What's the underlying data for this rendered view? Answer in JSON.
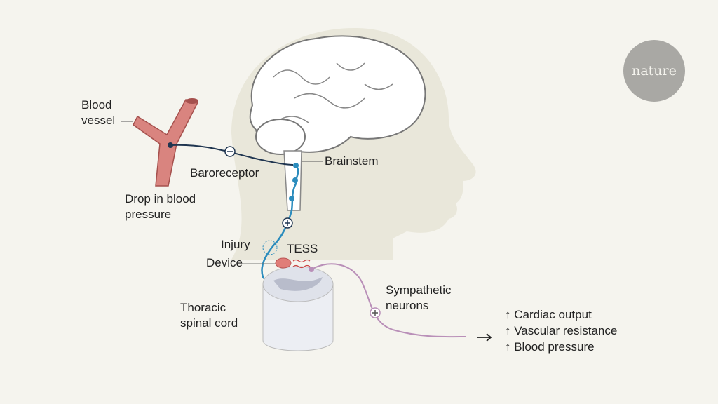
{
  "logo": {
    "text": "nature"
  },
  "labels": {
    "blood_vessel": [
      "Blood",
      "vessel"
    ],
    "baroreceptor": "Baroreceptor",
    "brainstem": "Brainstem",
    "drop": [
      "Drop in blood",
      "pressure"
    ],
    "injury": "Injury",
    "tess": "TESS",
    "device": "Device",
    "thoracic": [
      "Thoracic",
      "spinal cord"
    ],
    "sympathetic": [
      "Sympathetic",
      "neurons"
    ]
  },
  "outcomes": [
    "↑ Cardiac output",
    "↑ Vascular resistance",
    "↑ Blood pressure"
  ],
  "signs": {
    "minus": "−",
    "plus": "+"
  },
  "colors": {
    "background": "#f5f4ee",
    "vessel": "#d9847f",
    "afferent": "#1f3550",
    "spinal_path": "#2b8cbd",
    "sympathetic": "#b98fb8",
    "device": "#e07d78"
  }
}
